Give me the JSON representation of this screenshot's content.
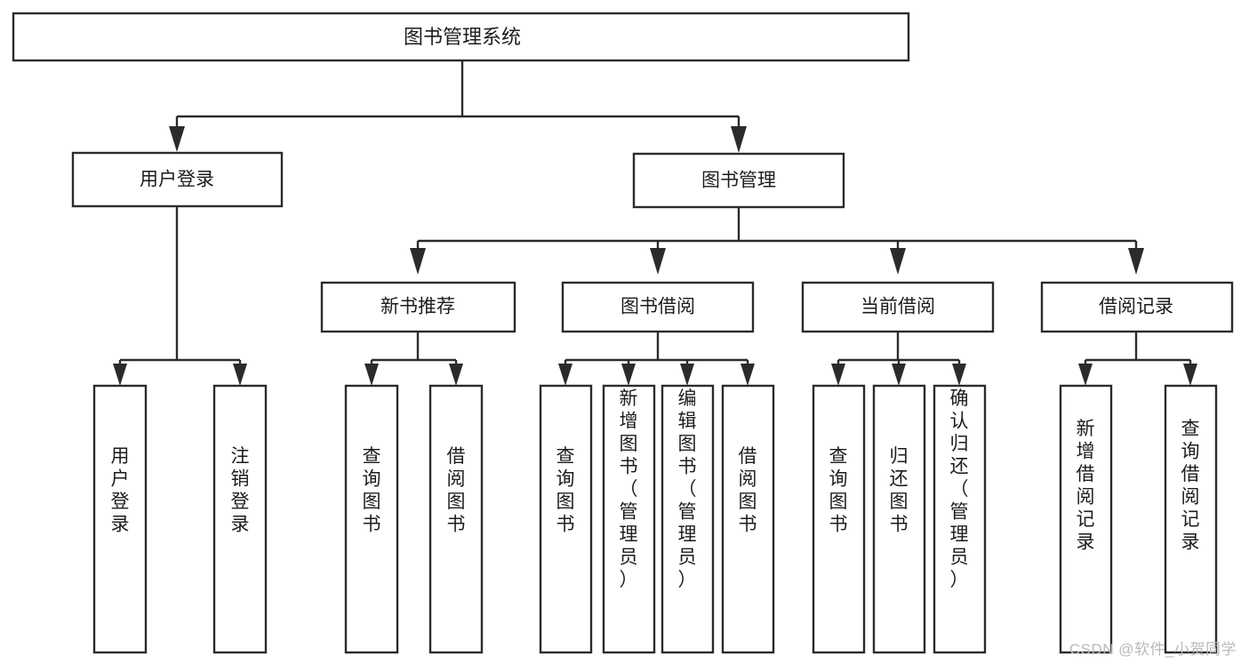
{
  "diagram": {
    "type": "hierarchy-tree",
    "title": "图书管理系统",
    "root": {
      "id": "root",
      "label": "图书管理系统"
    },
    "level2": [
      {
        "id": "user-login",
        "label": "用户登录"
      },
      {
        "id": "book-manage",
        "label": "图书管理"
      }
    ],
    "level3": [
      {
        "id": "new-book-recommend",
        "label": "新书推荐",
        "parent": "book-manage"
      },
      {
        "id": "book-borrow",
        "label": "图书借阅",
        "parent": "book-manage"
      },
      {
        "id": "current-borrow",
        "label": "当前借阅",
        "parent": "book-manage"
      },
      {
        "id": "borrow-record",
        "label": "借阅记录",
        "parent": "book-manage"
      }
    ],
    "leaves": [
      {
        "id": "leaf-user-login",
        "label": "用户登录",
        "parent": "user-login"
      },
      {
        "id": "leaf-user-logout",
        "label": "注销登录",
        "parent": "user-login"
      },
      {
        "id": "leaf-query-book-1",
        "label": "查询图书",
        "parent": "new-book-recommend"
      },
      {
        "id": "leaf-borrow-book-1",
        "label": "借阅图书",
        "parent": "new-book-recommend"
      },
      {
        "id": "leaf-query-book-2",
        "label": "查询图书",
        "parent": "book-borrow"
      },
      {
        "id": "leaf-add-book",
        "label": "新增图书（管理员）",
        "parent": "book-borrow"
      },
      {
        "id": "leaf-edit-book",
        "label": "编辑图书（管理员）",
        "parent": "book-borrow"
      },
      {
        "id": "leaf-borrow-book-2",
        "label": "借阅图书",
        "parent": "book-borrow"
      },
      {
        "id": "leaf-query-book-3",
        "label": "查询图书",
        "parent": "current-borrow"
      },
      {
        "id": "leaf-return-book",
        "label": "归还图书",
        "parent": "current-borrow"
      },
      {
        "id": "leaf-confirm-return",
        "label": "确认归还（管理员）",
        "parent": "current-borrow"
      },
      {
        "id": "leaf-add-record",
        "label": "新增借阅记录",
        "parent": "borrow-record"
      },
      {
        "id": "leaf-query-record",
        "label": "查询借阅记录",
        "parent": "borrow-record"
      }
    ],
    "colors": {
      "background": "#ffffff",
      "box_fill": "#ffffff",
      "box_stroke": "#2b2b2b",
      "text": "#1c1c1c",
      "watermark": "#b9b9b9"
    }
  },
  "watermark": {
    "text": "CSDN @软件_小贺同学"
  }
}
